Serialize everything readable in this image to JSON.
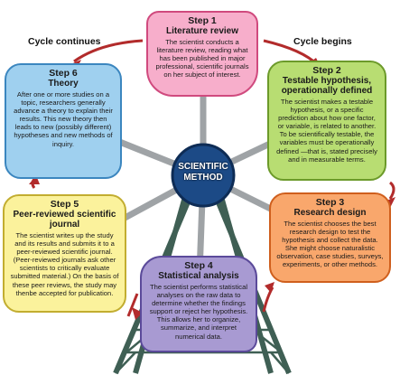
{
  "cycle_labels": {
    "continues": "Cycle continues",
    "begins": "Cycle begins"
  },
  "hub": {
    "line1": "SCIENTIFIC",
    "line2": "METHOD"
  },
  "steps": [
    {
      "step": "Step 1",
      "title": "Literature review",
      "desc": "The scientist conducts a literature review, reading what has been published in major professional, scientific journals on her subject of interest."
    },
    {
      "step": "Step 2",
      "title": "Testable hypothesis, operationally defined",
      "desc": "The scientist makes a testable hypothesis, or a specific prediction about how one factor, or variable, is related to another. To be scientifically testable, the variables must be operationally defined —that is, stated precisely and in measurable terms."
    },
    {
      "step": "Step 3",
      "title": "Research design",
      "desc": "The scientist chooses the best research design to test the hypothesis and collect the data. She might choose naturalistic observation, case studies, surveys, experiments, or other methods."
    },
    {
      "step": "Step 4",
      "title": "Statistical analysis",
      "desc": "The scientist performs statistical analyses on the raw data to determine whether the findings support or reject her hypothesis. This allows her to organize, summarize, and interpret numerical data."
    },
    {
      "step": "Step 5",
      "title": "Peer-reviewed scientific journal",
      "desc": "The scientist writes up the study and its results and submits it to a peer-reviewed scientific journal. (Peer-reviewed journals ask other scientists to critically evaluate submitted material.) On the basis of these peer reviews, the study may thenbe accepted for publication."
    },
    {
      "step": "Step 6",
      "title": "Theory",
      "desc": "After one or more studies on a topic, researchers generally advance a theory to explain their results. This new theory then leads to new (possibly different) hypotheses and new methods of inquiry."
    }
  ],
  "colors": {
    "spoke": "#9fa3a6",
    "tower": "#3f5f54",
    "arrow": "#b22b2b",
    "hub": "#1c4a86"
  }
}
